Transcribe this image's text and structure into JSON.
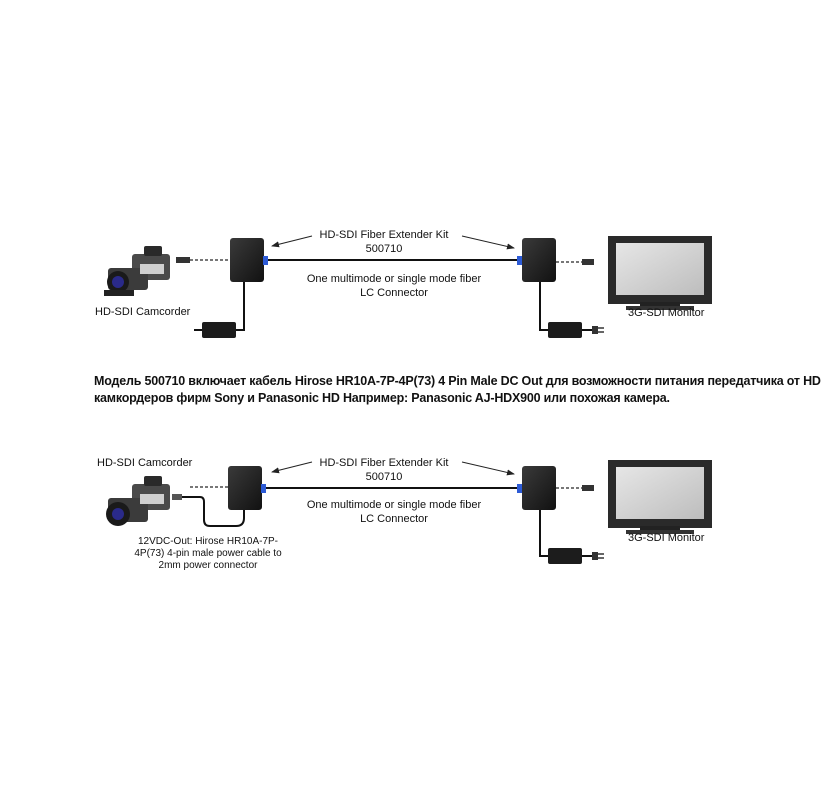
{
  "diagram1": {
    "kit_title": "HD-SDI Fiber Extender Kit",
    "kit_number": "500710",
    "fiber_line1": "One multimode or single mode fiber",
    "fiber_line2": "LC Connector",
    "camcorder_label": "HD-SDI Camcorder",
    "monitor_label": "3G-SDI Monitor"
  },
  "note": {
    "line1": "Модель 500710 включает кабель Hirose HR10A-7P-4P(73) 4 Pin Male DC Out для возможности питания передатчика от HD",
    "line2": "камкордеров фирм Sony и Panasonic HD  Например: Panasonic AJ-HDX900 или похожая камера."
  },
  "diagram2": {
    "kit_title": "HD-SDI Fiber Extender Kit",
    "kit_number": "500710",
    "fiber_line1": "One multimode or single mode fiber",
    "fiber_line2": "LC Connector",
    "camcorder_label": "HD-SDI Camcorder",
    "monitor_label": "3G-SDI Monitor",
    "power_cable_line1": "12VDC-Out: Hirose HR10A-7P-",
    "power_cable_line2": "4P(73) 4-pin male power cable to",
    "power_cable_line3": "2mm power connector"
  },
  "colors": {
    "device_body": "#1c1c1c",
    "connector_blue": "#2d5bd6",
    "monitor_frame": "#2a2a2a",
    "screen": "#d8d8d8"
  },
  "icons": [
    "camcorder-icon",
    "transmitter-box-icon",
    "receiver-box-icon",
    "power-adapter-icon",
    "monitor-icon",
    "ac-plug-icon",
    "bnc-connector-icon"
  ]
}
